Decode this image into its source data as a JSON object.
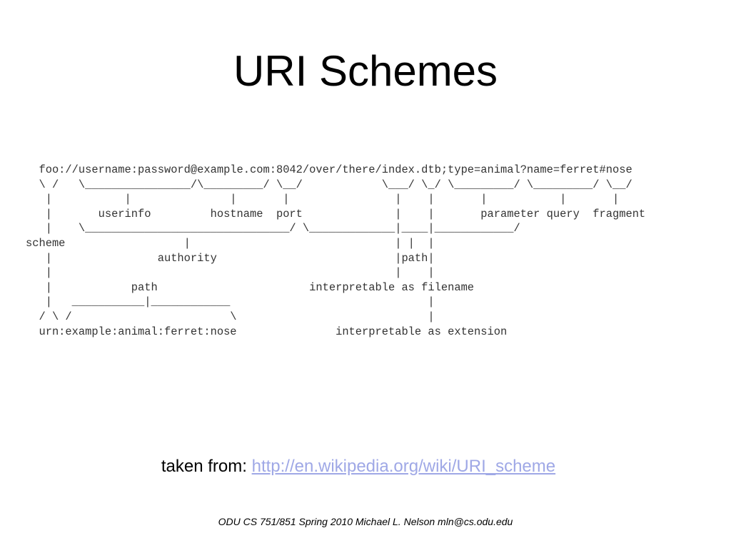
{
  "slide": {
    "title": "URI Schemes",
    "diagram_lines": [
      "  foo://username:password@example.com:8042/over/there/index.dtb;type=animal?name=ferret#nose",
      "  \\ /   \\________________/\\_________/ \\__/            \\___/ \\_/ \\_________/ \\_________/ \\__/",
      "   |           |               |       |                |    |       |           |       |",
      "   |       userinfo         hostname  port              |    |       parameter query  fragment",
      "   |    \\_______________________________/ \\_____________|____|____________/",
      "scheme                  |                               | |  |",
      "   |                authority                           |path|",
      "   |                                                    |    |",
      "   |            path                       interpretable as filename",
      "   |   ___________|____________                              |",
      "  / \\ /                        \\                             |",
      "  urn:example:animal:ferret:nose               interpretable as extension"
    ],
    "source_prefix": "taken from: ",
    "source_url": "http://en.wikipedia.org/wiki/URI_scheme",
    "footer": "ODU CS 751/851 Spring 2010 Michael L. Nelson mln@cs.odu.edu",
    "colors": {
      "link": "#9fa8e6",
      "diagram_text": "#333333"
    }
  }
}
